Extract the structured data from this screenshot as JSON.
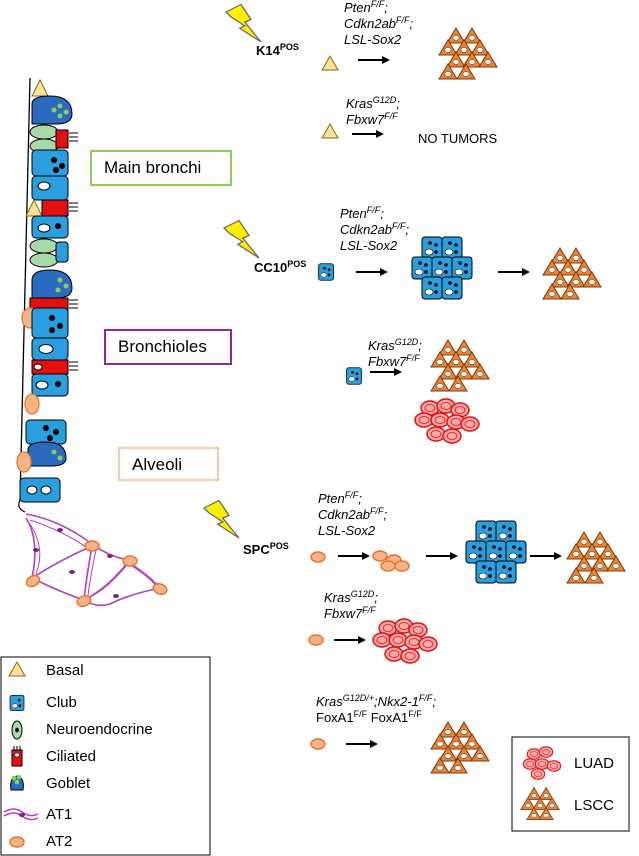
{
  "regions": {
    "main_bronchi": "Main bronchi",
    "bronchioles": "Bronchioles",
    "alveoli": "Alveoli"
  },
  "drivers": {
    "k14": {
      "name": "K14",
      "sup": "POS"
    },
    "cc10": {
      "name": "CC10",
      "sup": "POS"
    },
    "spc": {
      "name": "SPC",
      "sup": "POS"
    }
  },
  "genotypes": {
    "pten_cdkn_sox2": {
      "l1_gene": "Pten",
      "l1_sup": "F/F",
      "l2_gene": "Cdkn2ab",
      "l2_sup": "F/F",
      "l3": "LSL-Sox2",
      "sep": ";"
    },
    "kras_fbxw7": {
      "l1_gene": "Kras",
      "l1_sup": "G12D",
      "l2_gene": "Fbxw7",
      "l2_sup": "F/F",
      "sep": ";"
    },
    "kras_nkx": {
      "l1_gene": "Kras",
      "l1_sup": "G12D/+",
      "l1_mid": ";Nkx2-1",
      "l1_sup2": "F/F",
      "l2_gene": "FoxA1",
      "l2_sup": "F/F",
      "sep": ";"
    }
  },
  "outcomes": {
    "no_tumors": "NO TUMORS"
  },
  "tumor_legend": {
    "luad": "LUAD",
    "lscc": "LSCC"
  },
  "cell_legend": [
    "Basal",
    "Club",
    "Neuroendocrine",
    "Ciliated",
    "Goblet",
    "AT1",
    "AT2"
  ],
  "colors": {
    "basal": "#fbe29a",
    "club": "#2a9fe0",
    "neuroendocrine": "#a8d9a8",
    "ciliated": "#e41010",
    "goblet": "#2a6ac0",
    "goblet_granule": "#8bcf5a",
    "at1": "#b040c0",
    "at2": "#f3b48a",
    "lscc": "#e8843a",
    "luad": "#f7a8a8",
    "bolt": "#ffee00",
    "main_bronchi_border": "#8bcf5a",
    "bronchioles_border": "#93288f",
    "alveoli_border": "#f8c9a8"
  },
  "icons": [
    "bolt-icon",
    "arrow-icon",
    "club-cell-icon",
    "at2-cell-icon",
    "basal-cell-icon",
    "lscc-tumor-icon",
    "luad-tumor-icon"
  ]
}
